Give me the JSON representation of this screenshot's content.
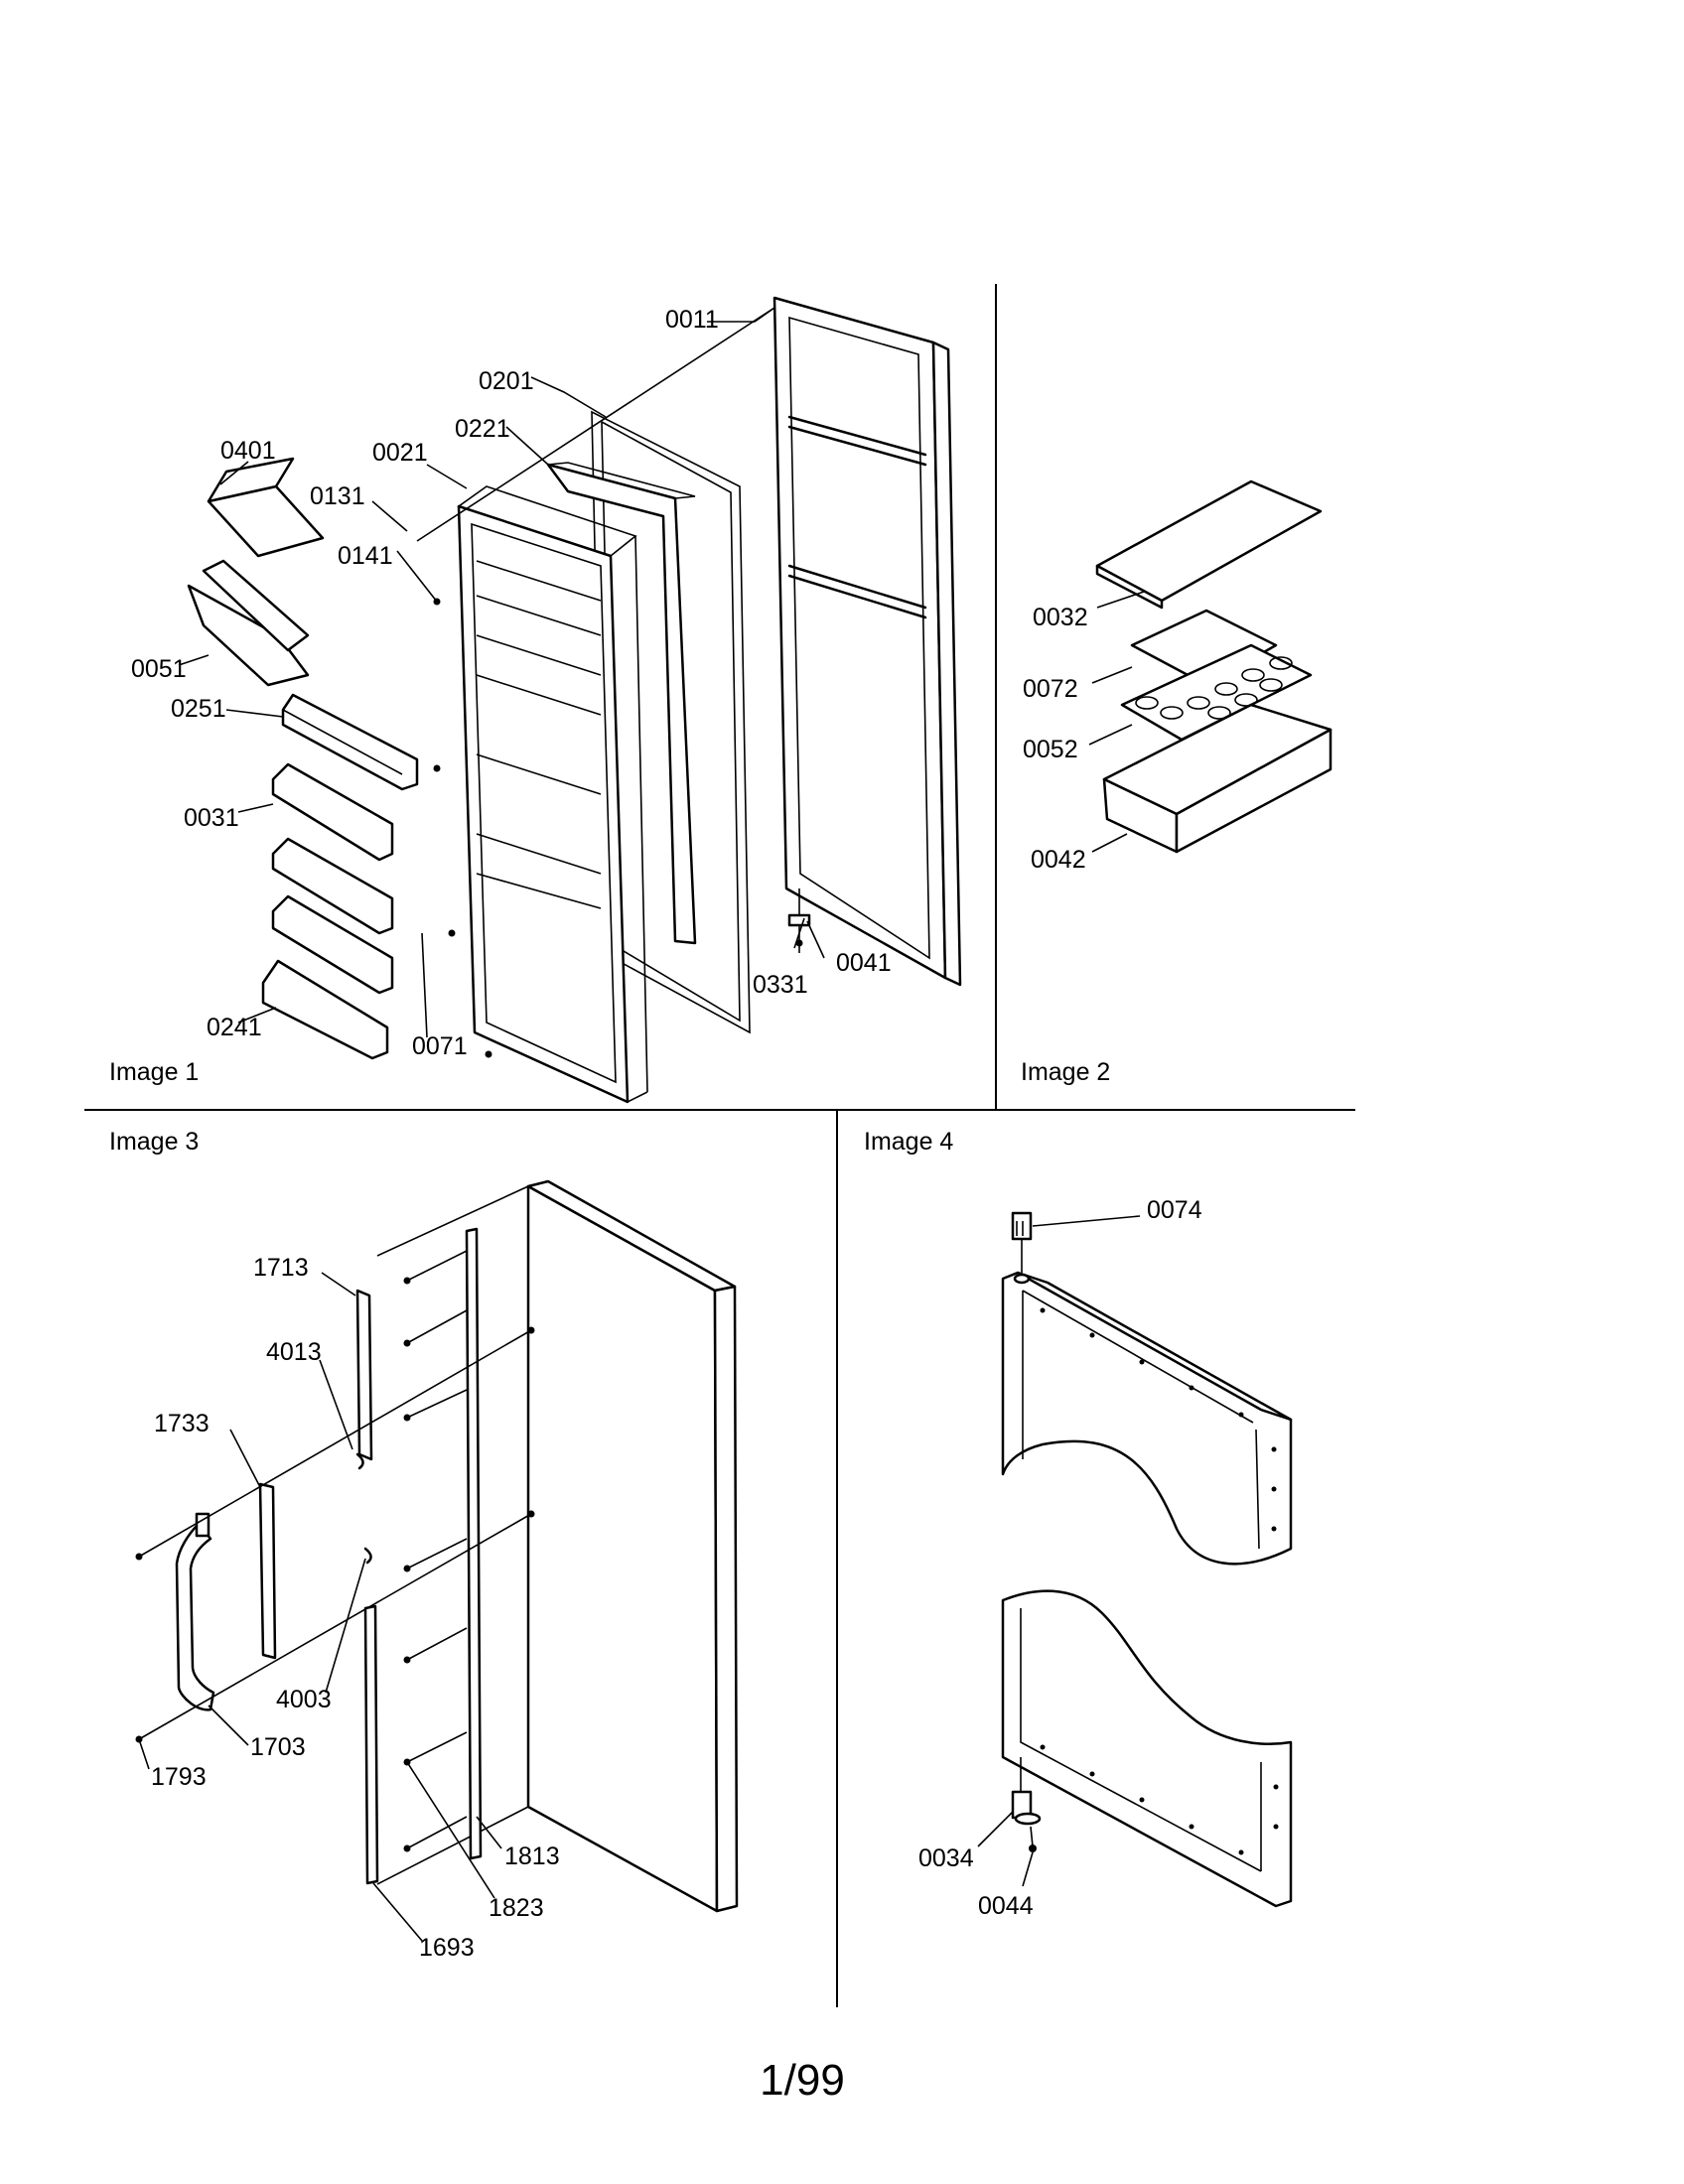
{
  "panels": {
    "image1": {
      "title": "Image 1"
    },
    "image2": {
      "title": "Image 2"
    },
    "image3": {
      "title": "Image 3"
    },
    "image4": {
      "title": "Image 4"
    }
  },
  "callouts": {
    "image1": [
      "0011",
      "0201",
      "0221",
      "0021",
      "0401",
      "0131",
      "0141",
      "0051",
      "0251",
      "0031",
      "0241",
      "0071",
      "0331",
      "0041"
    ],
    "image2": [
      "0032",
      "0072",
      "0052",
      "0042"
    ],
    "image3": [
      "1713",
      "4013",
      "1733",
      "4003",
      "1703",
      "1793",
      "1813",
      "1823",
      "1693"
    ],
    "image4": [
      "0074",
      "0034",
      "0044"
    ]
  },
  "page_number": "1/99"
}
